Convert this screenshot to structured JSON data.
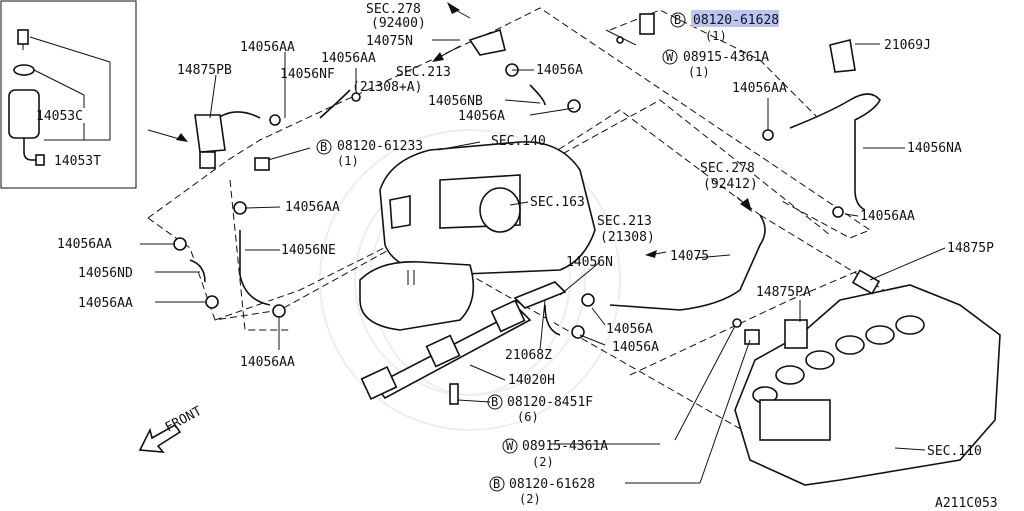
{
  "diagram_id": "A211C053",
  "parts": {
    "p14053C": "14053C",
    "p14053T": "14053T",
    "p14875PB": "14875PB",
    "p14056AA_a": "14056AA",
    "p14056AA_b": "14056AA",
    "p14056NF": "14056NF",
    "sec278_top": "SEC.278",
    "sec278_top_code": "(92400)",
    "p14075N": "14075N",
    "sec213_top": "SEC.213",
    "sec213_top_code": "(21308+A)",
    "p14056A_a": "14056A",
    "p14056NB": "14056NB",
    "p14056A_b": "14056A",
    "bolt_top": "08120-61628",
    "bolt_top_qty": "(1)",
    "washer_top": "08915-4361A",
    "washer_top_qty": "(1)",
    "p21069J": "21069J",
    "p14056AA_c": "14056AA",
    "p14056NA": "14056NA",
    "p14056AA_d": "14056AA",
    "bolt_mid": "08120-61233",
    "bolt_mid_qty": "(1)",
    "sec140": "SEC.140",
    "sec163": "SEC.163",
    "sec278_mid": "SEC.278",
    "sec278_mid_code": "(92412)",
    "p14056AA_e": "14056AA",
    "p14056AA_f": "14056AA",
    "p14056NE": "14056NE",
    "p14056ND": "14056ND",
    "p14056AA_g": "14056AA",
    "sec213_mid": "SEC.213",
    "sec213_mid_code": "(21308)",
    "p14075": "14075",
    "p14875P": "14875P",
    "p14056N": "14056N",
    "p14875PA": "14875PA",
    "p14056A_c": "14056A",
    "p21068Z": "21068Z",
    "p14056A_d": "14056A",
    "p14056AA_h": "14056AA",
    "p14020H": "14020H",
    "bolt_low": "08120-8451F",
    "bolt_low_qty": "(6)",
    "front": "FRONT",
    "washer_low": "08915-4361A",
    "washer_low_qty": "(2)",
    "sec110": "SEC.110",
    "bolt_bot": "08120-61628",
    "bolt_bot_qty": "(2)",
    "marker_B": "B",
    "marker_W": "W"
  }
}
